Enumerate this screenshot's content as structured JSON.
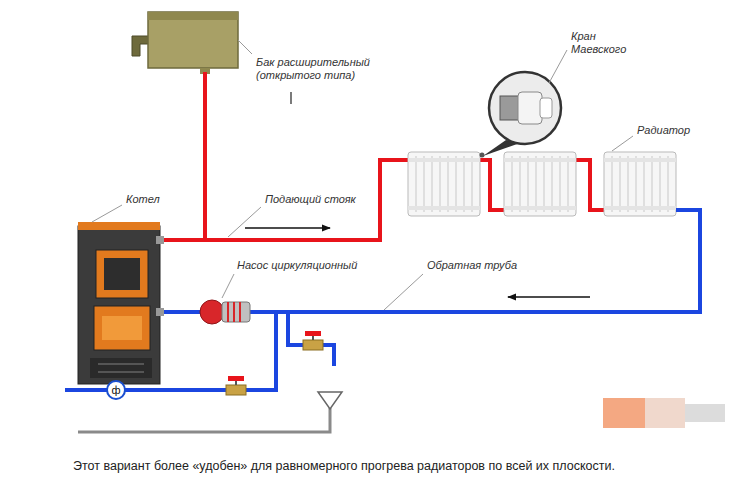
{
  "diagram": {
    "caption": "Этот вариант более «удобен» для равномерного прогрева радиаторов по всей их плоскости.",
    "nodes": [
      {
        "text": [
          "ф"
        ]
      }
    ],
    "labels": [
      "Бак расширительный (открытого типа)",
      "Кран Маевского",
      "Радиатор",
      "Котел",
      "Подающий стояк",
      "Насос циркуляционный",
      "Обратная труба"
    ]
  }
}
